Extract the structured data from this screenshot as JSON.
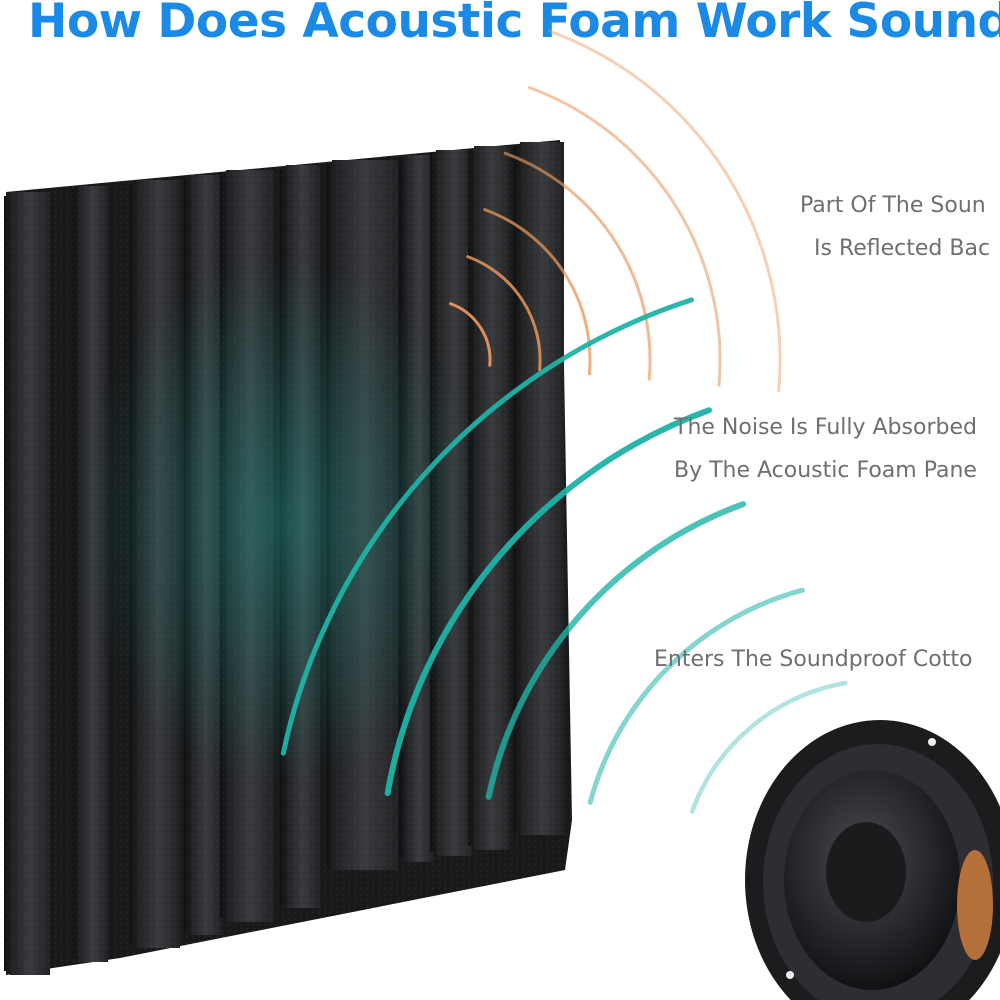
{
  "title": "How Does Acoustic Foam Work Sound?",
  "labels": {
    "reflected": {
      "line1": "Part Of The Soun",
      "line2": "Is Reflected Bac"
    },
    "absorbed": {
      "line1": "The Noise Is Fully Absorbed",
      "line2": "By The Acoustic Foam Pane"
    },
    "enters": {
      "line1": "Enters The Soundproof Cotto"
    }
  },
  "colors": {
    "title": "#1a8ae6",
    "label_text": "#6f6f6f",
    "foam": "#2a2c2e",
    "reflected_wave": "#e8965a",
    "incoming_wave": "#1fb3a6"
  },
  "icons": {
    "foam_panel": "acoustic-foam-panel",
    "speaker": "speaker-icon"
  }
}
